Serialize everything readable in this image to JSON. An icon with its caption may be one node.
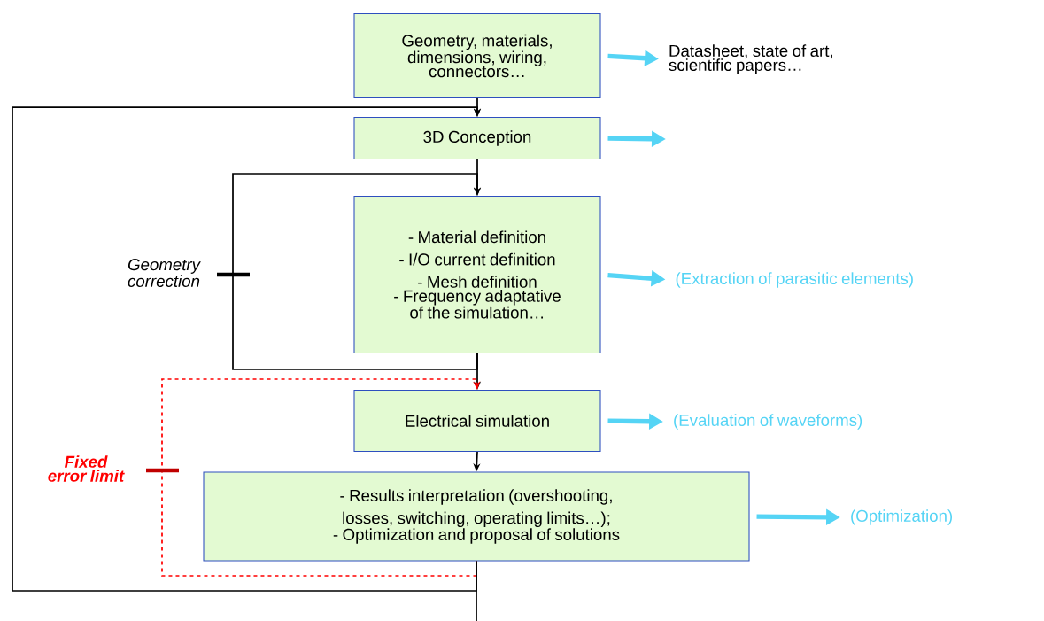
{
  "diagram": {
    "nodes": [
      {
        "text": [
          "Geometry, materials, dimensions, wiring, connectors…"
        ]
      },
      {
        "text": [
          "Datasheet, state of art, scientific papers…"
        ]
      },
      {
        "text": [
          "3D Conception"
        ]
      },
      {
        "text": [
          "- Material definition",
          "- I/O current definition",
          "- Mesh definition",
          "- Frequency adaptative of the simulation…"
        ]
      },
      {
        "text": [
          "(Extraction of parasitic elements)"
        ]
      },
      {
        "text": [
          "Electrical simulation"
        ]
      },
      {
        "text": [
          "(Evaluation of waveforms)"
        ]
      },
      {
        "text": [
          "- Results interpretation (overshooting, losses, switching, operating limits…);",
          "- Optimization and proposal of solutions"
        ]
      },
      {
        "text": [
          "(Optimization)"
        ]
      }
    ],
    "edges": [
      {
        "from": 0,
        "to": 1,
        "arrow": "to",
        "style": "thick",
        "color": "#55d4f5"
      },
      {
        "from": 0,
        "to": 2,
        "arrow": "to"
      },
      {
        "from": 2,
        "to": null,
        "arrow": "to",
        "style": "thick",
        "color": "#55d4f5"
      },
      {
        "from": 2,
        "to": 3,
        "arrow": "to"
      },
      {
        "from": 3,
        "to": 4,
        "arrow": "to",
        "style": "thick",
        "color": "#55d4f5"
      },
      {
        "from": 3,
        "to": 3,
        "arrow": "to",
        "label": "Geometry correction"
      },
      {
        "from": 3,
        "to": 5,
        "arrow": "to"
      },
      {
        "from": 7,
        "to": 5,
        "arrow": "to",
        "style": "dashed",
        "color": "#ff0000",
        "label": "Fixed error limit"
      },
      {
        "from": 5,
        "to": 6,
        "arrow": "to",
        "style": "thick",
        "color": "#55d4f5"
      },
      {
        "from": 5,
        "to": 7,
        "arrow": "to"
      },
      {
        "from": 7,
        "to": 8,
        "arrow": "to",
        "style": "thick",
        "color": "#55d4f5"
      },
      {
        "from": 7,
        "to": 2,
        "arrow": "to"
      },
      {
        "from": 7,
        "to": null,
        "arrow": "none"
      }
    ]
  }
}
